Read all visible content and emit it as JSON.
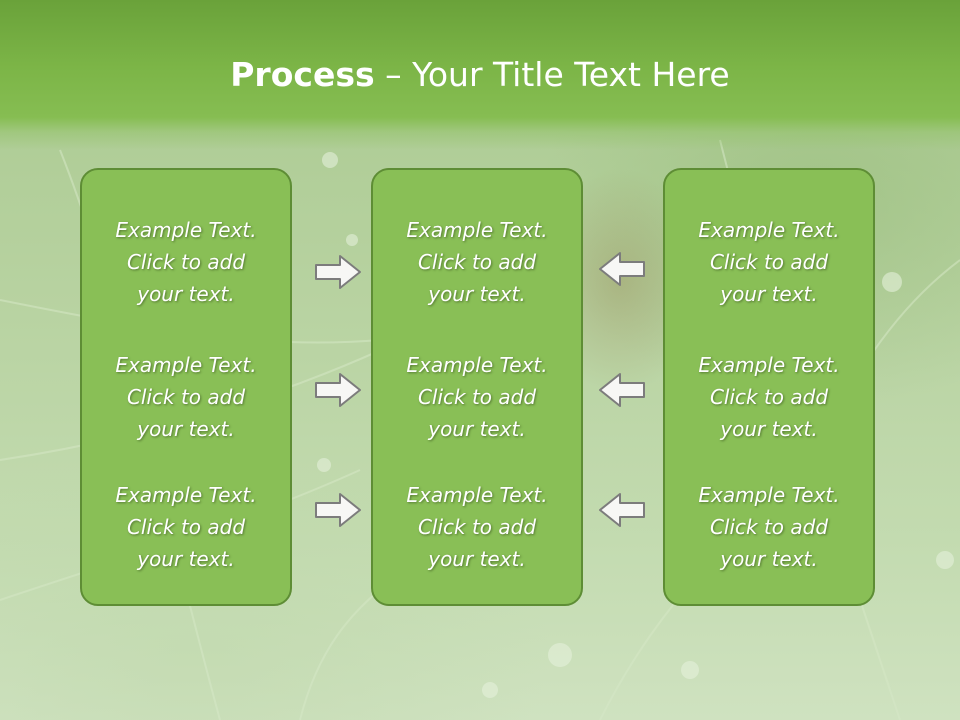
{
  "slide": {
    "title_bold": "Process",
    "title_rest": " – Your Title Text Here"
  },
  "columns": [
    {
      "items": [
        {
          "line1": "Example Text.",
          "line2": "Click  to add",
          "line3": "your text."
        },
        {
          "line1": "Example Text.",
          "line2": "Click  to add",
          "line3": "your text."
        },
        {
          "line1": "Example Text.",
          "line2": "Click  to add",
          "line3": "your text."
        }
      ]
    },
    {
      "items": [
        {
          "line1": "Example Text.",
          "line2": "Click  to add",
          "line3": "your text."
        },
        {
          "line1": "Example Text.",
          "line2": "Click  to add",
          "line3": "your text."
        },
        {
          "line1": "Example Text.",
          "line2": "Click  to add",
          "line3": "your text."
        }
      ]
    },
    {
      "items": [
        {
          "line1": "Example Text.",
          "line2": "Click  to add",
          "line3": "your text."
        },
        {
          "line1": "Example Text.",
          "line2": "Click  to add",
          "line3": "your text."
        },
        {
          "line1": "Example Text.",
          "line2": "Click  to add",
          "line3": "your text."
        }
      ]
    }
  ],
  "arrows": {
    "left_group": [
      "arrow-right-icon",
      "arrow-right-icon",
      "arrow-right-icon"
    ],
    "right_group": [
      "arrow-left-icon",
      "arrow-left-icon",
      "arrow-left-icon"
    ]
  },
  "colors": {
    "header": "#7cb547",
    "box_fill": "#89bf56",
    "box_border": "#5e8d35",
    "text": "#ffffff"
  }
}
